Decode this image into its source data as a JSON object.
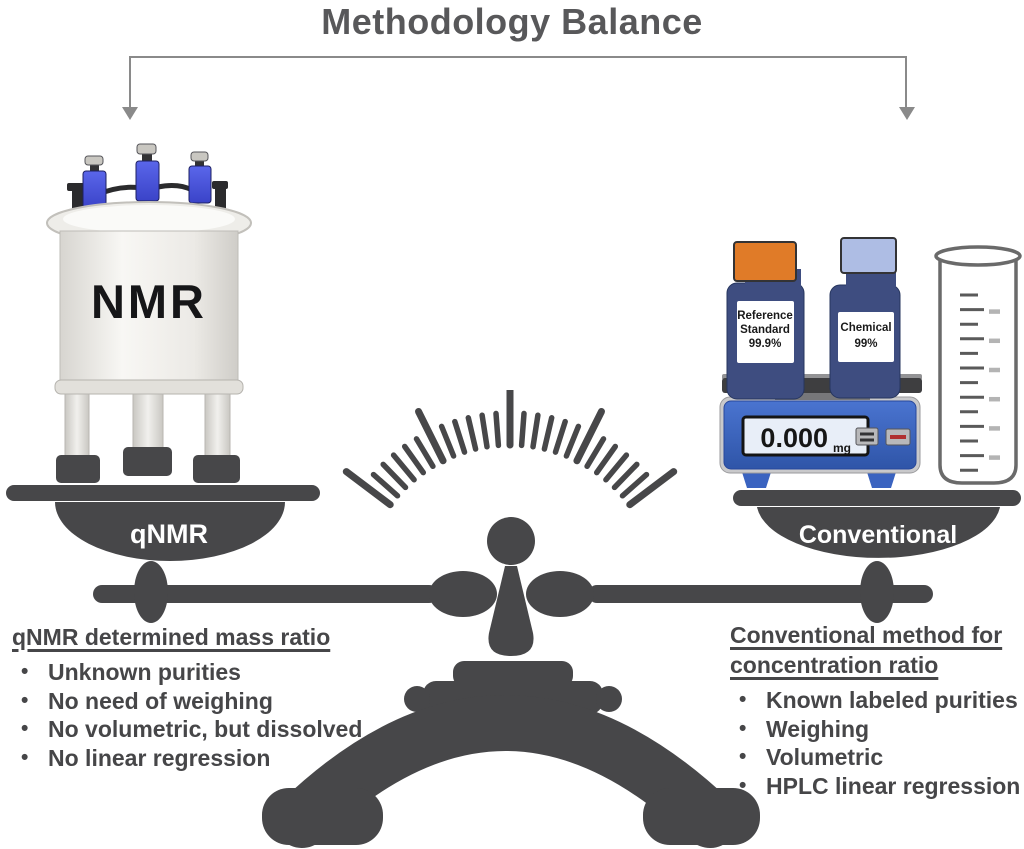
{
  "title": "Methodology Balance",
  "colors": {
    "ink": "#474749",
    "bracket_gray": "#8a8a8a",
    "port_blue": "#4a55e0",
    "vial_navy": "#3e4d80",
    "cap_orange": "#e07b28",
    "cap_lightblue": "#aebde4",
    "scale_blue": "#3a63c0"
  },
  "nmr": {
    "label": "NMR"
  },
  "balance": {
    "left_pan_label": "qNMR",
    "right_pan_label": "Conventional"
  },
  "scale": {
    "display_value": "0.000",
    "display_unit": "mg"
  },
  "vials": {
    "reference": {
      "line1": "Reference",
      "line2": "Standard",
      "line3": "99.9%"
    },
    "chemical": {
      "line1": "Chemical",
      "line2": "99%"
    }
  },
  "left_list": {
    "heading": "qNMR determined mass ratio",
    "items": [
      "Unknown purities",
      "No need of weighing",
      "No volumetric, but dissolved",
      "No linear regression"
    ]
  },
  "right_list": {
    "heading_line1": "Conventional method for",
    "heading_line2": "concentration ratio",
    "items": [
      "Known labeled purities",
      "Weighing",
      "Volumetric",
      "HPLC linear regression"
    ]
  }
}
